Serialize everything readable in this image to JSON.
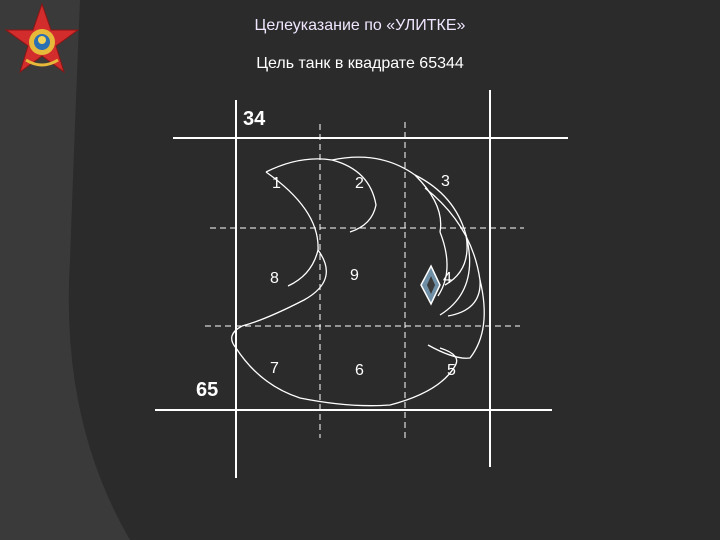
{
  "slide": {
    "title": "Целеуказание по «УЛИТКЕ»",
    "subtitle": "Цель танк в квадрате 65344"
  },
  "grid": {
    "top_square": "34",
    "left_square": "65",
    "cells": [
      "1",
      "2",
      "3",
      "8",
      "9",
      "4",
      "7",
      "6",
      "5"
    ]
  },
  "icons": {
    "emblem": "red-star-emblem",
    "target": "tank-target-diamond-icon"
  },
  "colors": {
    "background": "#3a3a3a",
    "panel": "#2b2b2b",
    "lines": "#ffffff",
    "target_fill": "#6f8fa6",
    "star": "#d22c2c",
    "emblem_gold": "#e6b93a"
  }
}
